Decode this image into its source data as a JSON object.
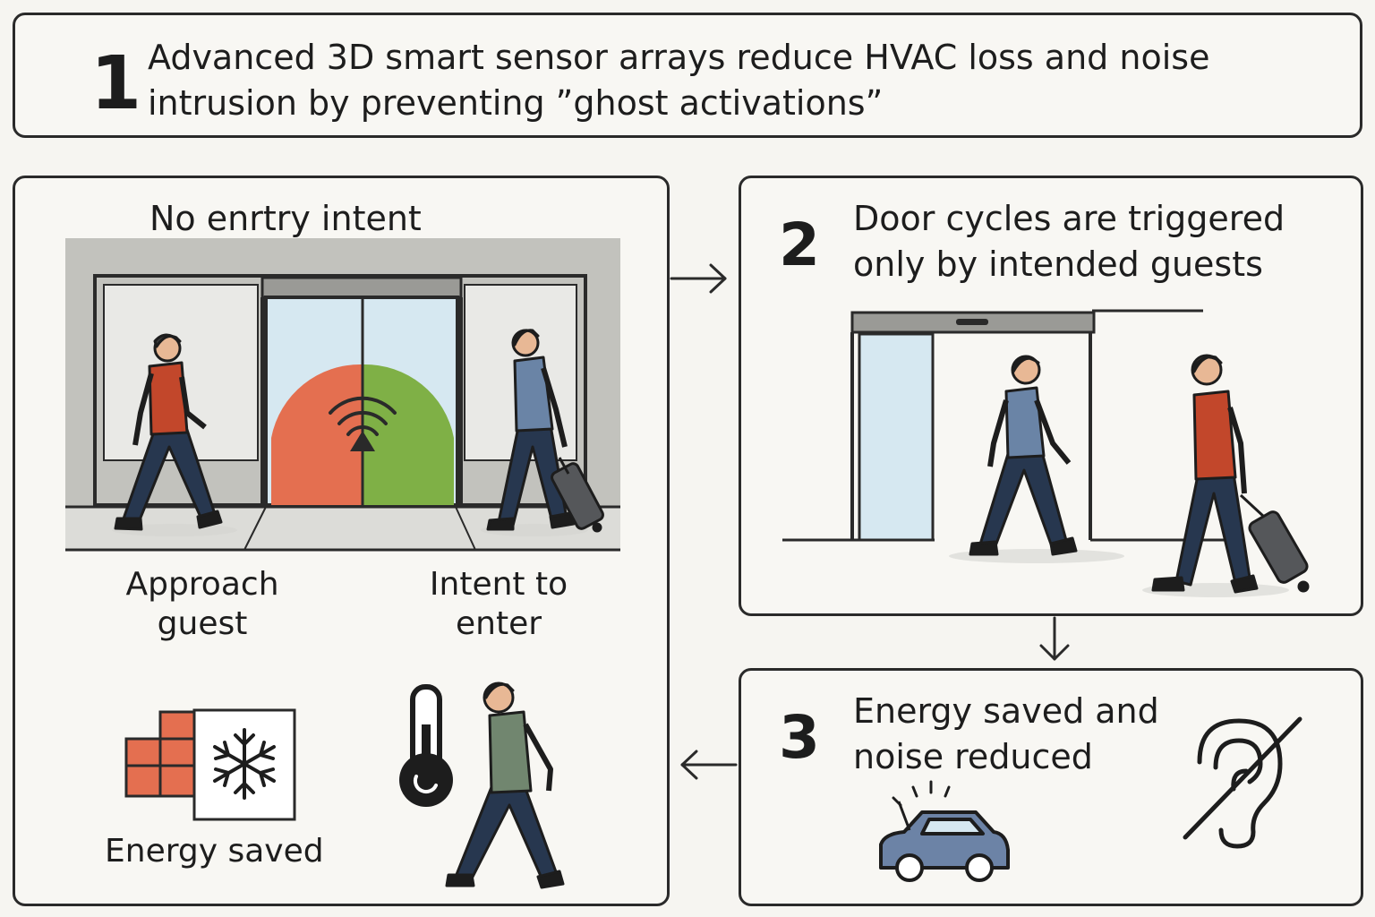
{
  "header": {
    "step": "1",
    "title": "Advanced 3D smart sensor arrays reduce HVAC loss and noise intrusion by preventing ”ghost activations”"
  },
  "left_panel": {
    "title": "No enrtry intent",
    "label_approach": "Approach guest",
    "label_intent": "Intent to enter",
    "label_energy": "Energy saved"
  },
  "step2": {
    "number": "2",
    "text": "Door cycles are triggered only by intended guests"
  },
  "step3": {
    "number": "3",
    "text": "Energy saved and noise reduced"
  },
  "icons": [
    "wifi-sensor-icon",
    "brick-wall-icon",
    "snowflake-icon",
    "thermometer-icon",
    "car-icon",
    "ear-crossed-icon",
    "arrow-right-icon",
    "arrow-down-icon",
    "arrow-left-icon"
  ],
  "colors": {
    "outline": "#2a2a2a",
    "orange": "#e46f50",
    "green": "#7fb046",
    "glass": "#d6e8f1",
    "wall": "#c2c2bd",
    "shirt_red": "#c2472b",
    "shirt_blue": "#6a84a6",
    "shirt_green": "#71866f",
    "pants": "#27374f",
    "car_blue": "#6c83a6"
  }
}
